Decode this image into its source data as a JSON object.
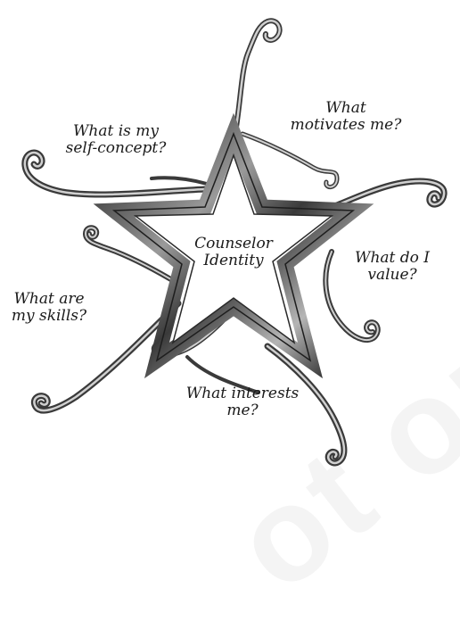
{
  "center": {
    "line1": "Counselor",
    "line2": "Identity"
  },
  "questions": {
    "motivates": {
      "line1": "What",
      "line2": "motivates me?"
    },
    "self_concept": {
      "line1": "What is my",
      "line2": "self-concept?"
    },
    "value": {
      "line1": "What do I",
      "line2": "value?"
    },
    "skills": {
      "line1": "What are",
      "line2": "my skills?"
    },
    "interests": {
      "line1": "What interests",
      "line2": "me?"
    }
  },
  "watermark": "ot or",
  "colors": {
    "ink": "#1a1a1a",
    "swirl_dark": "#3a3a3a",
    "swirl_light": "#c8c8c8",
    "background": "#ffffff"
  }
}
